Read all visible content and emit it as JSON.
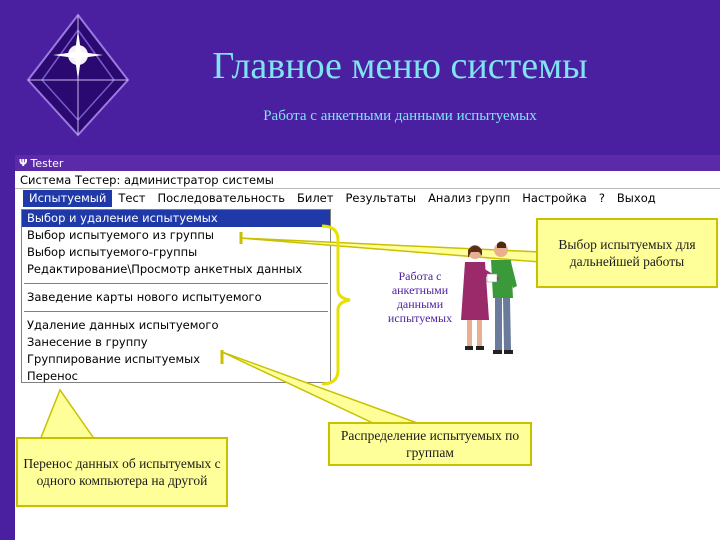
{
  "slide": {
    "title": "Главное меню системы",
    "subtitle": "Работа с анкетными данными испытуемых"
  },
  "window": {
    "title": "Tester",
    "caption": "Система Тестер: администратор системы",
    "menu": [
      "Испытуемый",
      "Тест",
      "Последовательность",
      "Билет",
      "Результаты",
      "Анализ групп",
      "Настройка",
      "?",
      "Выход"
    ],
    "dropdown": {
      "group1": [
        "Выбор и удаление испытуемых",
        "Выбор испытуемого из группы",
        "Выбор испытуемого-группы",
        "Редактирование\\Просмотр анкетных данных"
      ],
      "group2": [
        "Заведение карты нового испытуемого"
      ],
      "group3": [
        "Удаление данных испытуемого",
        "Занесение в группу",
        "Группирование испытуемых",
        "Перенос"
      ]
    }
  },
  "callouts": {
    "select": "Выбор испытуемых для дальнейшей работы",
    "transfer": "Перенос данных об испытуемых с одного компьютера на другой",
    "group": "Распределение испытуемых по группам",
    "side": "Работа с анкетными данными испытуемых"
  },
  "colors": {
    "background": "#4a1fa0",
    "title": "#7fe3f2",
    "highlight": "#1f3aa8",
    "callout_fill": "#ffff99"
  }
}
